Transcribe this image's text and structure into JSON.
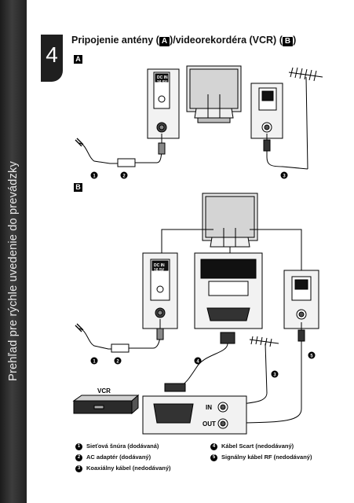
{
  "sidebar": {
    "text": "Prehľad pre rýchle uvedenie do prevádzky"
  },
  "page_tab": {
    "number": "4"
  },
  "title": {
    "prefix": "Pripojenie antény (",
    "badge_a": "A",
    "middle": ")/videorekordéra (VCR) (",
    "badge_b": "B",
    "suffix": ")"
  },
  "sections": {
    "a": "A",
    "b": "B"
  },
  "diagram": {
    "dc_in_label": "DC IN",
    "dc_in_voltage": "16.5V",
    "vcr_label": "VCR",
    "in_label": "IN",
    "out_label": "OUT",
    "callouts": [
      "1",
      "2",
      "3",
      "4",
      "5"
    ]
  },
  "legend": [
    {
      "num": "1",
      "text": "Sieťová šnúra (dodávaná)"
    },
    {
      "num": "2",
      "text": "AC adaptér (dodávaný)"
    },
    {
      "num": "3",
      "text": "Koaxiálny kábel (nedodávaný)"
    },
    {
      "num": "4",
      "text": "Kábel Scart (nedodávaný)"
    },
    {
      "num": "5",
      "text": "Signálny kábel RF (nedodávaný)"
    }
  ]
}
